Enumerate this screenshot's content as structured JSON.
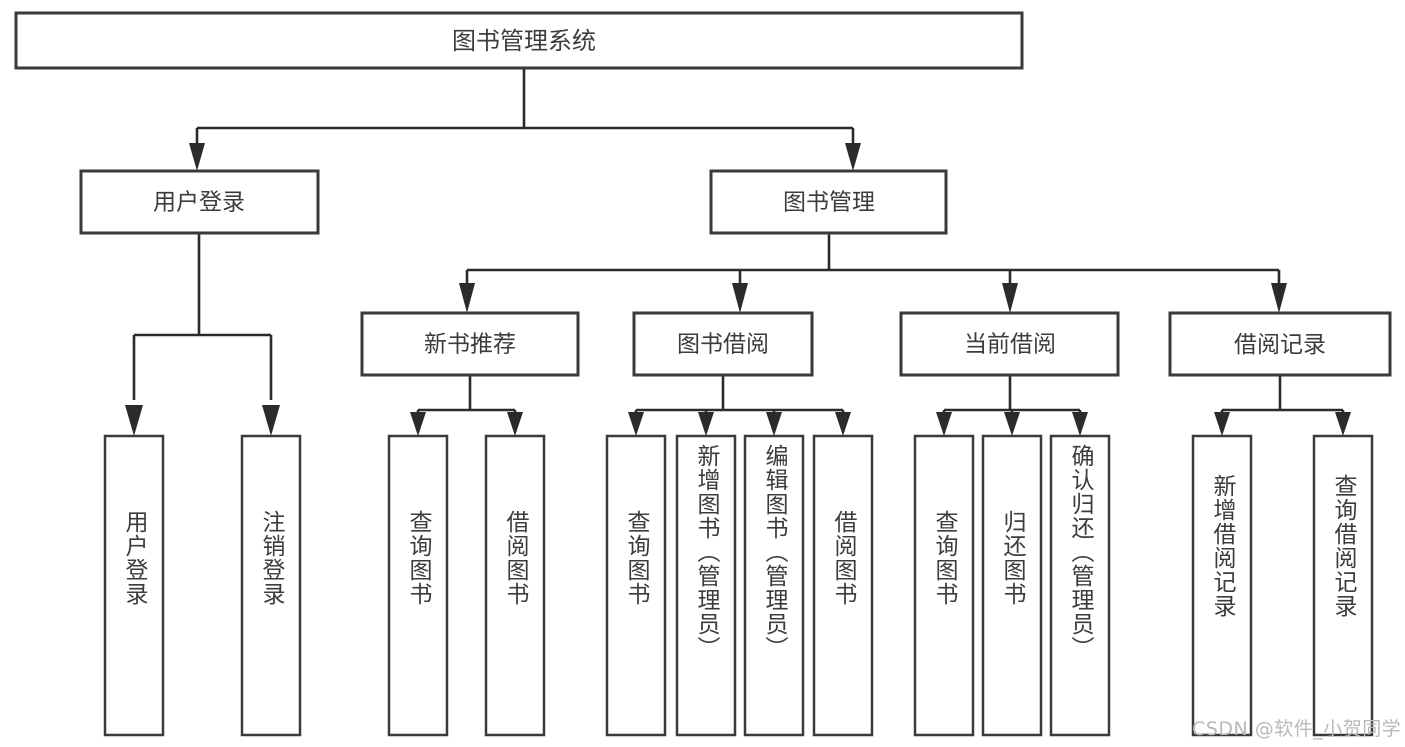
{
  "diagram": {
    "type": "tree-hierarchy",
    "title": "图书管理系统",
    "root": {
      "label": "图书管理系统",
      "level": 0
    },
    "level1": [
      {
        "label": "用户登录"
      },
      {
        "label": "图书管理"
      }
    ],
    "level2": [
      {
        "label": "新书推荐"
      },
      {
        "label": "图书借阅"
      },
      {
        "label": "当前借阅"
      },
      {
        "label": "借阅记录"
      }
    ],
    "leaves": {
      "user_login": [
        {
          "label": "用户登录"
        },
        {
          "label": "注销登录"
        }
      ],
      "new_book_recommend": [
        {
          "label": "查询图书"
        },
        {
          "label": "借阅图书"
        }
      ],
      "book_borrow": [
        {
          "label": "查询图书"
        },
        {
          "label": "新增图书（管理员）"
        },
        {
          "label": "编辑图书（管理员）"
        },
        {
          "label": "借阅图书"
        }
      ],
      "current_borrow": [
        {
          "label": "查询图书"
        },
        {
          "label": "归还图书"
        },
        {
          "label": "确认归还（管理员）"
        }
      ],
      "borrow_record": [
        {
          "label": "新增借阅记录"
        },
        {
          "label": "查询借阅记录"
        }
      ]
    }
  },
  "watermark": {
    "text": "CSDN @软件_小贺同学"
  },
  "colors": {
    "background": "#ffffff",
    "box_stroke": "#3a3a3a",
    "edge_stroke": "#2b2b2b",
    "text": "#3c3c3c",
    "watermark": "#b9b9b9"
  }
}
